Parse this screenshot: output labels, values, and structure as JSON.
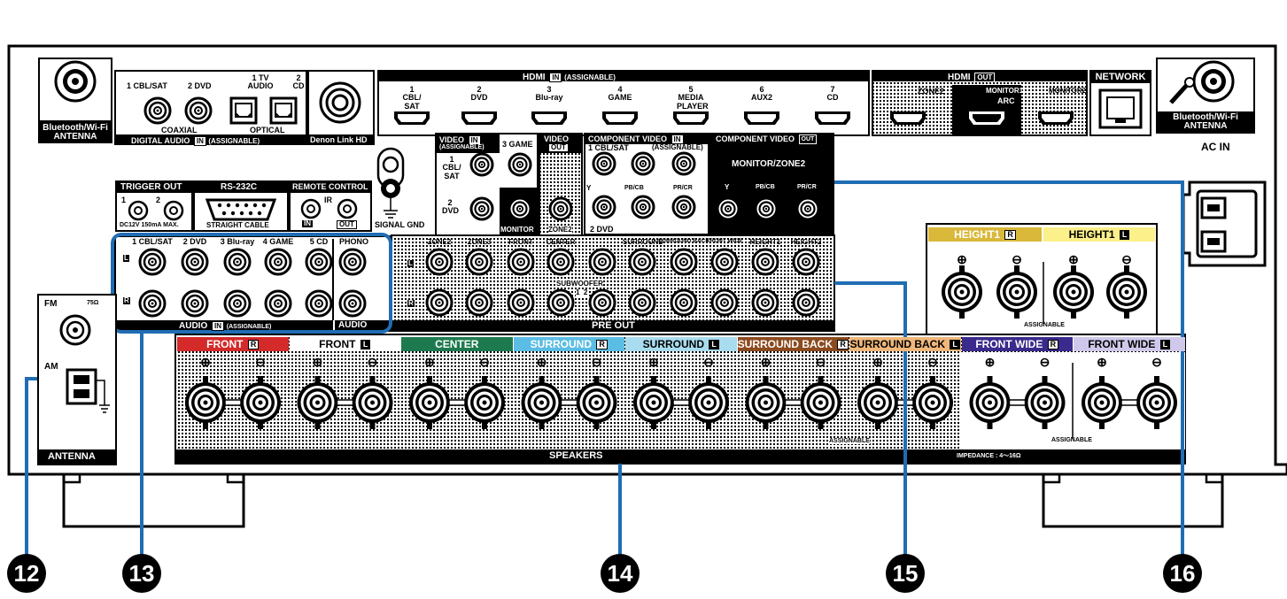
{
  "antenna_bt": {
    "line1": "Bluetooth/Wi-Fi",
    "line2": "ANTENNA"
  },
  "digital_audio": {
    "labels": [
      "1 CBL/SAT",
      "2 DVD",
      "1 TV AUDIO",
      "2 CD"
    ],
    "coaxial": "COAXIAL",
    "optical": "OPTICAL",
    "title": "DIGITAL AUDIO",
    "in": "IN",
    "assignable": "(ASSIGNABLE)"
  },
  "denon_link": "Denon Link HD",
  "hdmi_in": {
    "title": "HDMI",
    "in": "IN",
    "assignable": "(ASSIGNABLE)",
    "ports": [
      {
        "num": "1",
        "name": "CBL/ SAT"
      },
      {
        "num": "2",
        "name": "DVD"
      },
      {
        "num": "3",
        "name": "Blu-ray"
      },
      {
        "num": "4",
        "name": "GAME"
      },
      {
        "num": "5",
        "name": "MEDIA PLAYER"
      },
      {
        "num": "6",
        "name": "AUX2"
      },
      {
        "num": "7",
        "name": "CD"
      }
    ]
  },
  "hdmi_out": {
    "title": "HDMI",
    "out": "OUT",
    "zone2": "ZONE2",
    "monitor1": "MONITOR1",
    "arc": "ARC",
    "monitor2": "MONITOR2"
  },
  "network": "NETWORK",
  "ac_in": "AC IN",
  "video": {
    "title": "VIDEO",
    "in": "IN",
    "assignable": "(ASSIGNABLE)",
    "cbl": "1 CBL/ SAT",
    "dvd": "2 DVD",
    "game": "3 GAME",
    "monitor": "MONITOR",
    "out_title": "VIDEO",
    "out": "OUT",
    "zone2": "ZONE2"
  },
  "component_in": {
    "title": "COMPONENT VIDEO",
    "in": "IN",
    "cbl": "1 CBL/SAT",
    "assignable": "(ASSIGNABLE)",
    "y": "Y",
    "pb": "PB/CB",
    "pr": "PR/CR",
    "dvd": "2 DVD"
  },
  "component_out": {
    "title": "COMPONENT VIDEO",
    "out": "OUT",
    "sub": "MONITOR/ZONE2",
    "y": "Y",
    "pb": "PB/CB",
    "pr": "PR/CR"
  },
  "signal_gnd": "SIGNAL GND",
  "trigger": {
    "title": "TRIGGER OUT",
    "n1": "1",
    "n2": "2",
    "note": "DC12V 150mA MAX."
  },
  "rs232": {
    "title": "RS-232C",
    "note": "STRAIGHT CABLE"
  },
  "remote": {
    "title": "REMOTE CONTROL",
    "ir": "IR",
    "in": "IN",
    "out": "OUT"
  },
  "audio_in": {
    "labels": [
      "1 CBL/SAT",
      "2 DVD",
      "3 Blu-ray",
      "4 GAME",
      "5 CD"
    ],
    "phono": "PHONO",
    "title": "AUDIO",
    "in": "IN",
    "assignable": "(ASSIGNABLE)",
    "phono_title": "AUDIO",
    "l": "L",
    "r": "R"
  },
  "pre_out": {
    "labels": [
      "ZONE2",
      "ZONE3",
      "FRONT",
      "CENTER",
      "SURROUND",
      "SURROUND BACK",
      "FRONT WIDE",
      "HEIGHT1",
      "HEIGHT2"
    ],
    "subwoofer": "SUBWOOFER",
    "sub_nums": "1  2",
    "title": "PRE OUT",
    "l": "L",
    "r": "R"
  },
  "height_speakers": {
    "r": "HEIGHT1",
    "l": "HEIGHT1",
    "assignable": "ASSIGNABLE"
  },
  "speakers": {
    "title": "SPEAKERS",
    "impedance": "IMPEDANCE : 4～16Ω",
    "assignable": "ASSIGNABLE",
    "channels": [
      {
        "name": "FRONT",
        "side": "R",
        "color": "#d42a2a",
        "text": "#ffffff"
      },
      {
        "name": "FRONT",
        "side": "L",
        "color": "#ffffff",
        "text": "#000000"
      },
      {
        "name": "CENTER",
        "side": "",
        "color": "#1d7a4f",
        "text": "#ffffff"
      },
      {
        "name": "SURROUND",
        "side": "R",
        "color": "#5bbde4",
        "text": "#ffffff"
      },
      {
        "name": "SURROUND",
        "side": "L",
        "color": "#a9dcef",
        "text": "#000000"
      },
      {
        "name": "SURROUND BACK",
        "side": "R",
        "color": "#8c4a1e",
        "text": "#ffffff"
      },
      {
        "name": "SURROUND BACK",
        "side": "L",
        "color": "#f0b77a",
        "text": "#000000"
      },
      {
        "name": "FRONT WIDE",
        "side": "R",
        "color": "#3a2a8c",
        "text": "#ffffff"
      },
      {
        "name": "FRONT WIDE",
        "side": "L",
        "color": "#cfc8ea",
        "text": "#000000"
      }
    ]
  },
  "fm_am": {
    "fm": "FM",
    "ohm": "75Ω",
    "am": "AM",
    "title": "ANTENNA"
  },
  "colors": {
    "accent_blue": "#1f6db4",
    "height_r": "#d9b83a",
    "height_l": "#fbf08a"
  },
  "callouts": [
    "12",
    "13",
    "14",
    "15",
    "16"
  ]
}
